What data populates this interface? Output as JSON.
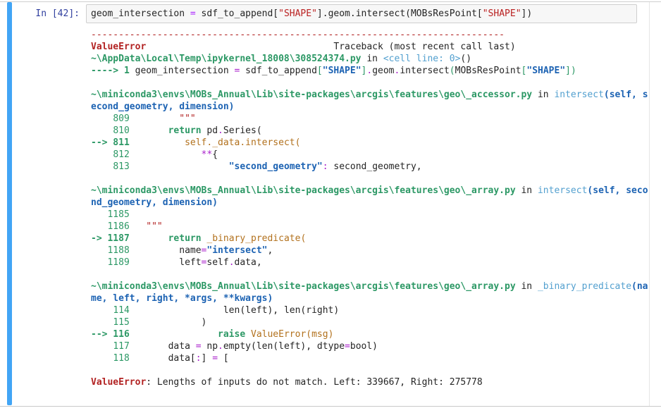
{
  "cell": {
    "prompt": "In [42]:",
    "input_tokens": [
      [
        "k",
        "geom_intersection "
      ],
      [
        "pi",
        "="
      ],
      [
        "k",
        " sdf_to_append["
      ],
      [
        "rs",
        "\"SHAPE\""
      ],
      [
        "k",
        "].geom.intersect(MOBsResPoint["
      ],
      [
        "rs",
        "\"SHAPE\""
      ],
      [
        "k",
        "])"
      ]
    ]
  },
  "traceback_lines": [
    [
      [
        "r",
        "---------------------------------------------------------------------------"
      ]
    ],
    [
      [
        "rb",
        "ValueError"
      ],
      [
        "k",
        "                                  Traceback (most recent call last)"
      ]
    ],
    [
      [
        "gb",
        "~\\AppData\\Local\\Temp\\ipykernel_18008\\308524374.py"
      ],
      [
        "k",
        " in "
      ],
      [
        "cy",
        "<cell line: 0>"
      ],
      [
        "k",
        "()"
      ]
    ],
    [
      [
        "gb",
        "----> 1 "
      ],
      [
        "k",
        "geom_intersection "
      ],
      [
        "p",
        "="
      ],
      [
        "k",
        " sdf_to_append"
      ],
      [
        "g",
        "["
      ],
      [
        "bb",
        "\"SHAPE\""
      ],
      [
        "g",
        "]"
      ],
      [
        "p",
        "."
      ],
      [
        "k",
        "geom"
      ],
      [
        "p",
        "."
      ],
      [
        "k",
        "intersect"
      ],
      [
        "g",
        "("
      ],
      [
        "k",
        "MOBsResPoint"
      ],
      [
        "g",
        "["
      ],
      [
        "bb",
        "\"SHAPE\""
      ],
      [
        "g",
        "]"
      ],
      [
        "g",
        ")"
      ]
    ],
    [],
    [
      [
        "gb",
        "~\\miniconda3\\envs\\MOBs_Annual\\Lib\\site-packages\\arcgis\\features\\geo\\_accessor.py"
      ],
      [
        "k",
        " in "
      ],
      [
        "cy",
        "intersect"
      ],
      [
        "bb",
        "(self, second_geometry, dimension)"
      ]
    ],
    [
      [
        "g",
        "    809 "
      ],
      [
        "r",
        "        \"\"\""
      ]
    ],
    [
      [
        "g",
        "    810 "
      ],
      [
        "k",
        "      "
      ],
      [
        "gb",
        "return"
      ],
      [
        "k",
        " pd"
      ],
      [
        "p",
        "."
      ],
      [
        "k",
        "Series("
      ]
    ],
    [
      [
        "gb",
        "--> 811 "
      ],
      [
        "y",
        "         self._data.intersect("
      ]
    ],
    [
      [
        "g",
        "    812 "
      ],
      [
        "k",
        "            "
      ],
      [
        "p",
        "**"
      ],
      [
        "k",
        "{"
      ]
    ],
    [
      [
        "g",
        "    813 "
      ],
      [
        "k",
        "                 "
      ],
      [
        "bb",
        "\"second_geometry\""
      ],
      [
        "p",
        ":"
      ],
      [
        "k",
        " second_geometry,"
      ]
    ],
    [],
    [
      [
        "gb",
        "~\\miniconda3\\envs\\MOBs_Annual\\Lib\\site-packages\\arcgis\\features\\geo\\_array.py"
      ],
      [
        "k",
        " in "
      ],
      [
        "cy",
        "intersect"
      ],
      [
        "bb",
        "(self, second_geometry, dimension)"
      ]
    ],
    [
      [
        "g",
        "   1185 "
      ]
    ],
    [
      [
        "g",
        "   1186 "
      ],
      [
        "r",
        "  \"\"\""
      ]
    ],
    [
      [
        "gb",
        "-> 1187 "
      ],
      [
        "k",
        "      "
      ],
      [
        "gb",
        "return"
      ],
      [
        "y",
        " _binary_predicate("
      ]
    ],
    [
      [
        "g",
        "   1188 "
      ],
      [
        "k",
        "        name"
      ],
      [
        "p",
        "="
      ],
      [
        "bb",
        "\"intersect\""
      ],
      [
        "k",
        ","
      ]
    ],
    [
      [
        "g",
        "   1189 "
      ],
      [
        "k",
        "        left"
      ],
      [
        "p",
        "="
      ],
      [
        "k",
        "self"
      ],
      [
        "p",
        "."
      ],
      [
        "k",
        "data,"
      ]
    ],
    [],
    [
      [
        "gb",
        "~\\miniconda3\\envs\\MOBs_Annual\\Lib\\site-packages\\arcgis\\features\\geo\\_array.py"
      ],
      [
        "k",
        " in "
      ],
      [
        "cy",
        "_binary_predicate"
      ],
      [
        "bb",
        "(name, left, right, *args, **kwargs)"
      ]
    ],
    [
      [
        "g",
        "    114 "
      ],
      [
        "k",
        "                len(left), len(right)"
      ]
    ],
    [
      [
        "g",
        "    115 "
      ],
      [
        "k",
        "            )"
      ]
    ],
    [
      [
        "gb",
        "--> 116 "
      ],
      [
        "k",
        "               "
      ],
      [
        "gb",
        "raise"
      ],
      [
        "y",
        " ValueError(msg)"
      ]
    ],
    [
      [
        "g",
        "    117 "
      ],
      [
        "k",
        "      data "
      ],
      [
        "p",
        "="
      ],
      [
        "k",
        " np"
      ],
      [
        "p",
        "."
      ],
      [
        "k",
        "empty(len(left), dtype"
      ],
      [
        "p",
        "="
      ],
      [
        "k",
        "bool)"
      ]
    ],
    [
      [
        "g",
        "    118 "
      ],
      [
        "k",
        "      data["
      ],
      [
        "p",
        ":"
      ],
      [
        "k",
        "] "
      ],
      [
        "p",
        "="
      ],
      [
        "k",
        " ["
      ]
    ],
    [],
    [
      [
        "rb",
        "ValueError"
      ],
      [
        "k",
        ": Lengths of inputs do not match. Left: 339667, Right: 275778"
      ]
    ]
  ],
  "token_colors": {
    "k": "#252525",
    "g": "#2c9865",
    "gb": "#2c9865",
    "r": "#b22222",
    "rb": "#b22222",
    "cy": "#53a0cf",
    "bb": "#1d63b3",
    "y": "#b2711d",
    "p": "#aa22cc",
    "pi": "#aa22ff",
    "rs": "#ba2121"
  },
  "colors": {
    "selection_bar": "#42a5f5",
    "prompt_blue": "#303f9f",
    "input_bg": "#f7f7f7",
    "input_border": "#cfcfcf"
  }
}
